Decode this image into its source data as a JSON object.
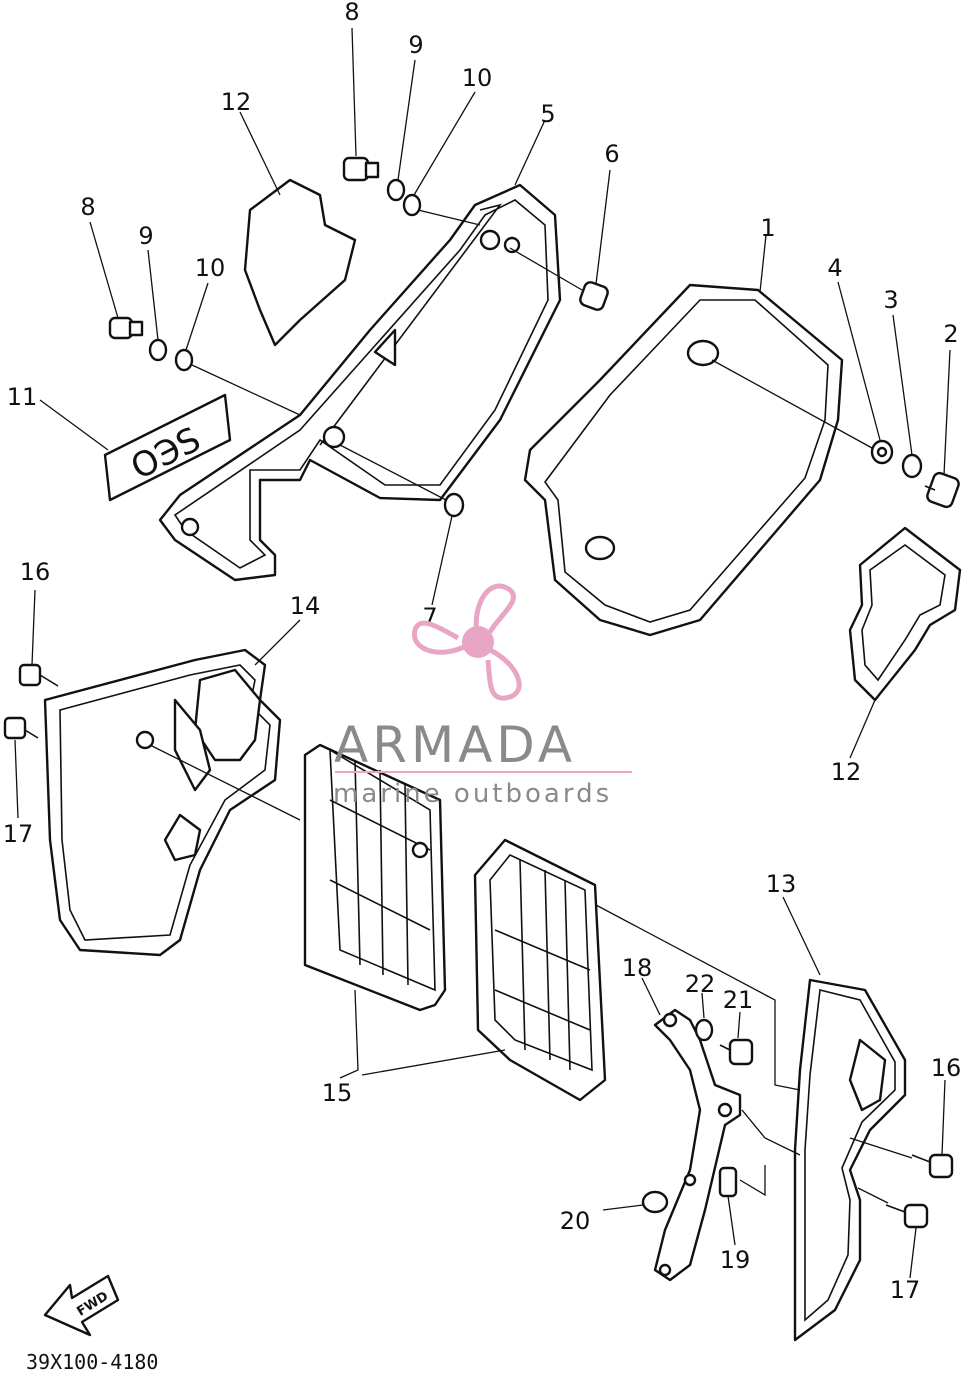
{
  "diagram": {
    "callouts": [
      "1",
      "2",
      "3",
      "4",
      "5",
      "6",
      "7",
      "8",
      "8",
      "9",
      "9",
      "10",
      "10",
      "11",
      "12",
      "12",
      "13",
      "14",
      "15",
      "16",
      "16",
      "17",
      "17",
      "18",
      "19",
      "20",
      "21",
      "22"
    ],
    "part_code": "39X100-4180",
    "fwd_label": "FWD"
  },
  "watermark": {
    "brand": "ARMADA",
    "tagline": "marine outboards",
    "logo_icon": "propeller-icon",
    "color_logo": "#e8a6c4",
    "color_text": "#8a8a8a"
  }
}
